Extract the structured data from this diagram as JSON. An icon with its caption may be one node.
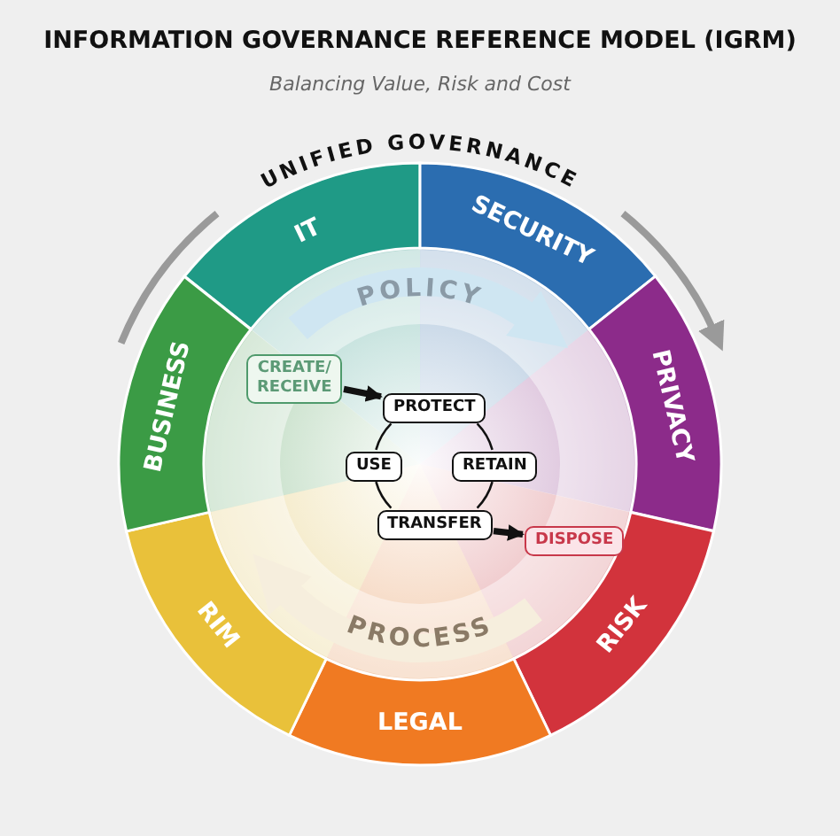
{
  "diagram": {
    "title": "INFORMATION GOVERNANCE REFERENCE MODEL (IGRM)",
    "caption": "Balancing Value, Risk and Cost",
    "nodes": [
      {
        "text": [
          "IT"
        ]
      },
      {
        "text": [
          "SECURITY"
        ]
      },
      {
        "text": [
          "PRIVACY"
        ]
      },
      {
        "text": [
          "RISK"
        ]
      },
      {
        "text": [
          "LEGAL"
        ]
      },
      {
        "text": [
          "RIM"
        ]
      },
      {
        "text": [
          "BUSINESS"
        ]
      },
      {
        "text": [
          "CREATE/ RECEIVE"
        ]
      },
      {
        "text": [
          "PROTECT"
        ]
      },
      {
        "text": [
          "USE"
        ]
      },
      {
        "text": [
          "RETAIN"
        ]
      },
      {
        "text": [
          "TRANSFER"
        ]
      },
      {
        "text": [
          "DISPOSE"
        ]
      }
    ],
    "edges": [
      {
        "from": 7,
        "to": 8,
        "arrow": "to",
        "style": "thick"
      },
      {
        "from": 8,
        "to": 10,
        "arrow": "none"
      },
      {
        "from": 10,
        "to": 11,
        "arrow": "none"
      },
      {
        "from": 11,
        "to": 9,
        "arrow": "none"
      },
      {
        "from": 9,
        "to": 8,
        "arrow": "none"
      },
      {
        "from": 11,
        "to": 12,
        "arrow": "to",
        "style": "thick"
      }
    ],
    "labels": [
      "UNIFIED GOVERNANCE",
      "POLICY",
      "PROCESS"
    ]
  }
}
